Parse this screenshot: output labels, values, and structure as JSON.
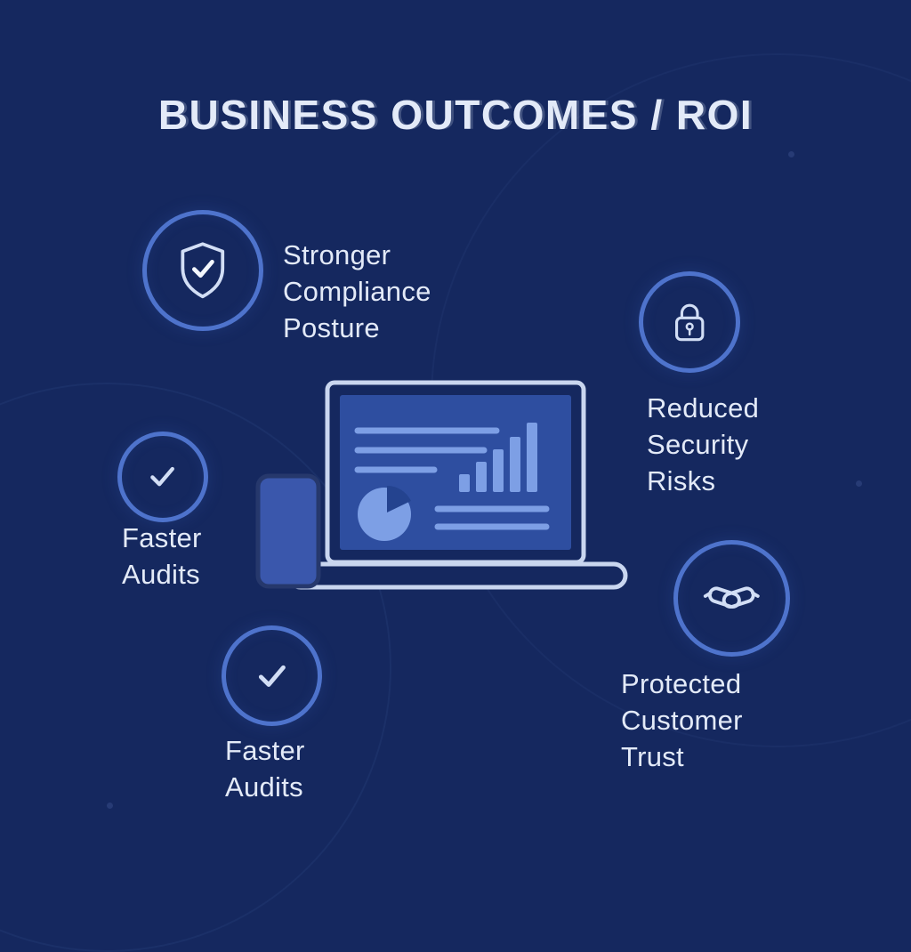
{
  "title": "BUSINESS OUTCOMES / ROI",
  "items": [
    {
      "icon": "shield-check",
      "label": "Stronger\nCompliance\nPosture"
    },
    {
      "icon": "lock",
      "label": "Reduced\nSecurity\nRisks"
    },
    {
      "icon": "check",
      "label": "Faster\nAudits"
    },
    {
      "icon": "check",
      "label": "Faster\nAudits"
    },
    {
      "icon": "handshake",
      "label": "Protected\nCustomer\nTrust"
    }
  ],
  "illustration": {
    "name": "laptop-dashboard-with-smartphone"
  },
  "colors": {
    "bg": "#15285f",
    "ring": "#4e73cc",
    "icon": "#d2def5",
    "text": "#e3eaf8",
    "laptop": "#c9d6ef",
    "screen": "#2e4ea0",
    "chart": "#7d9fe5",
    "phone": "#3a57ac",
    "phone_edge": "#26386c"
  }
}
